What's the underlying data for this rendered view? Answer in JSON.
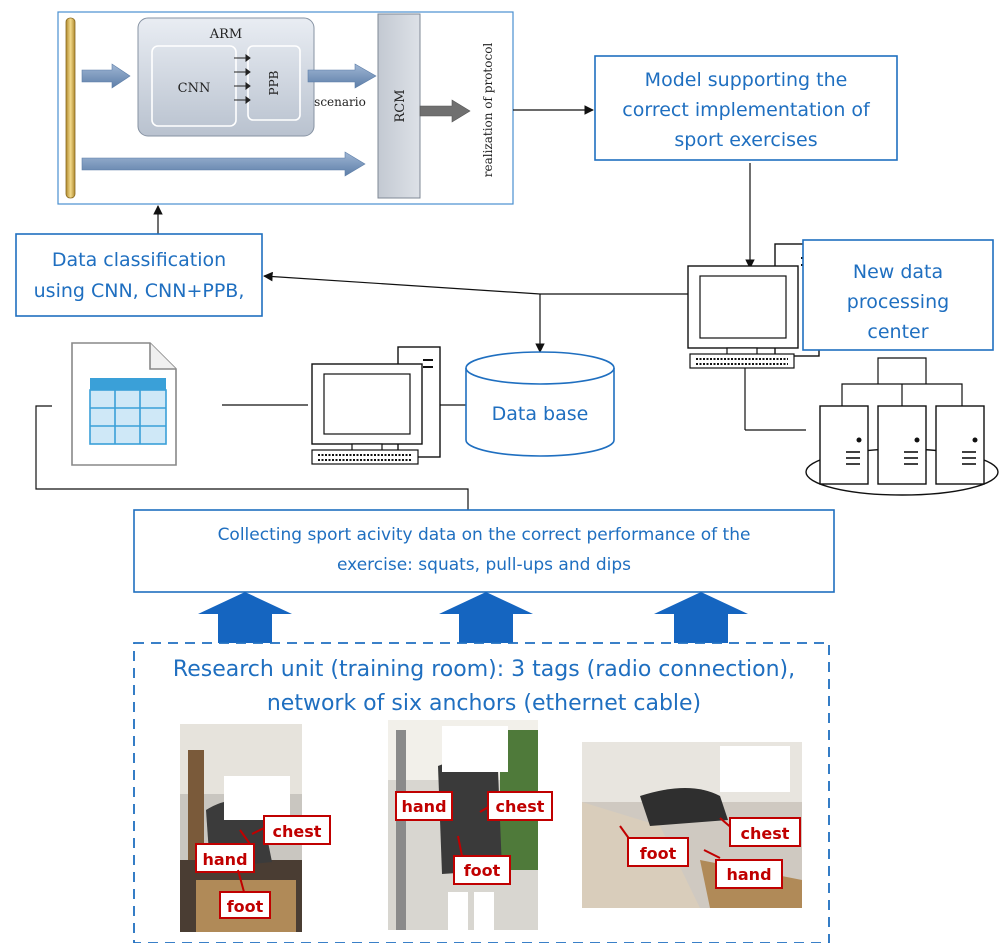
{
  "arm_module": {
    "arm_label": "ARM",
    "cnn_label": "CNN",
    "ppb_label": "PPB",
    "scenario_label": "scenario",
    "rcm_label": "RCM",
    "realization_label": "realization of protocol"
  },
  "model_box": {
    "lines": [
      "Model supporting the",
      "correct implementation of",
      "sport exercises"
    ]
  },
  "classification_box": {
    "lines": [
      "Data classification",
      "using CNN, CNN+PPB,"
    ]
  },
  "processing_center": {
    "lines": [
      "New data",
      "processing",
      "center"
    ]
  },
  "database": {
    "label": "Data base"
  },
  "collecting_box": {
    "lines": [
      "Collecting sport acivity data on the correct performance of the",
      "exercise: squats, pull-ups and dips"
    ]
  },
  "research_unit": {
    "lines": [
      "Research unit (training room): 3 tags (radio connection),",
      "network of six anchors  (ethernet cable)"
    ]
  },
  "photos": [
    {
      "name": "squat-photo",
      "tags": [
        "chest",
        "hand",
        "foot"
      ]
    },
    {
      "name": "pullup-photo",
      "tags": [
        "hand",
        "chest",
        "foot"
      ]
    },
    {
      "name": "dip-photo",
      "tags": [
        "chest",
        "foot",
        "hand"
      ]
    }
  ],
  "colors": {
    "accent": "#1f6fc0",
    "tag_red": "#c00000",
    "flow_arrow": "#1565c0"
  }
}
